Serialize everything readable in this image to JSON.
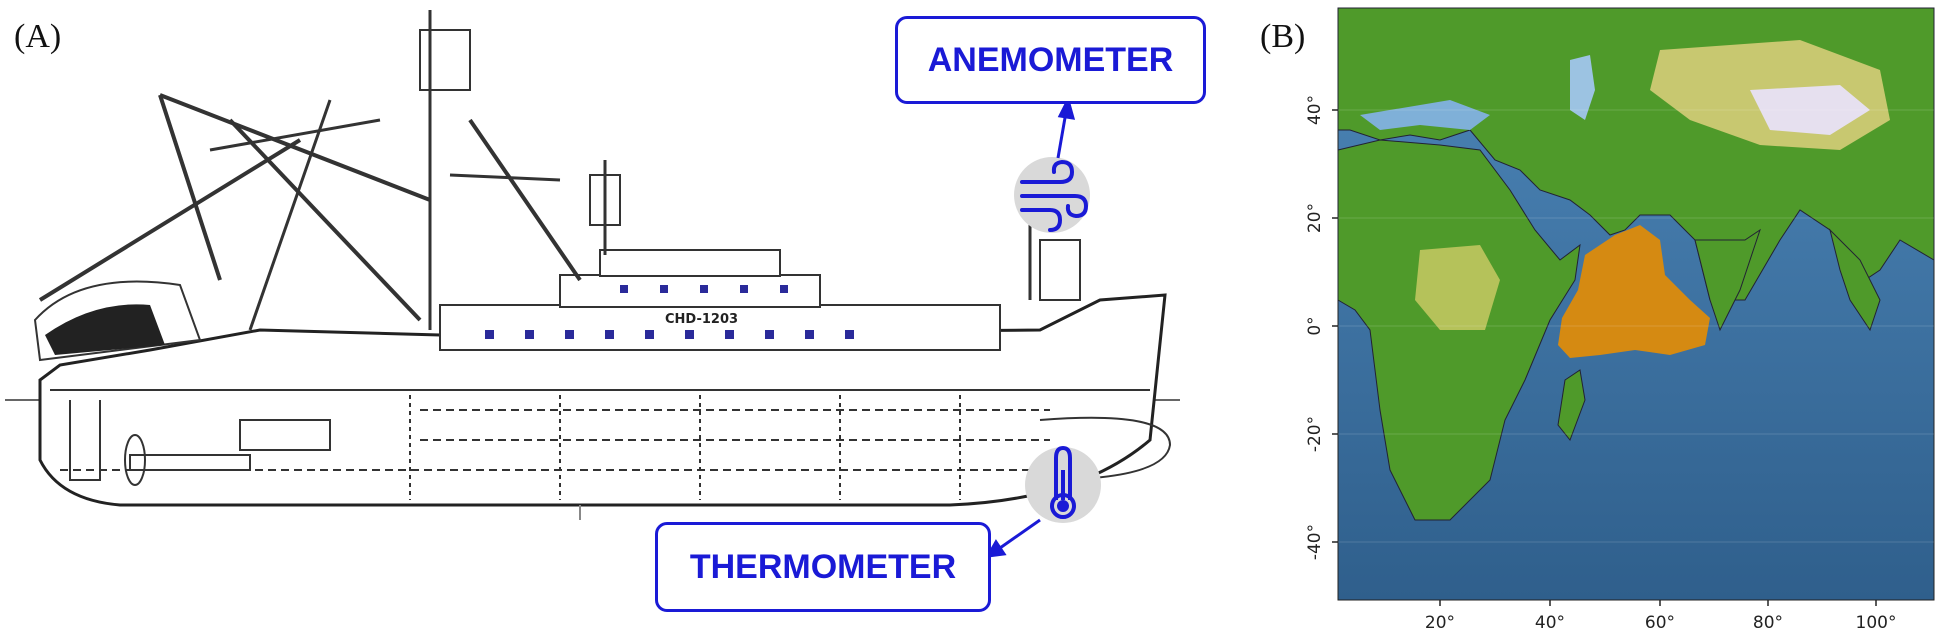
{
  "panels": {
    "a": {
      "label": "(A)",
      "hull_text": "CHD-1203",
      "anemometer": {
        "label": "ANEMOMETER",
        "icon": "wind-icon"
      },
      "thermometer": {
        "label": "THERMOMETER",
        "icon": "thermometer-icon"
      },
      "colors": {
        "callout": "#1a1ad6",
        "sensor_badge": "#d9d9d9"
      }
    },
    "b": {
      "label": "(B)",
      "lat_ticks": [
        "40°",
        "20°",
        "0°",
        "-20°",
        "-40°"
      ],
      "lon_ticks": [
        "20°",
        "40°",
        "60°",
        "80°",
        "100°"
      ],
      "colors": {
        "ocean": "#3f77a8",
        "land": "#4f9a2a",
        "highland": "#c8c870",
        "region": "#d58a12"
      }
    }
  }
}
